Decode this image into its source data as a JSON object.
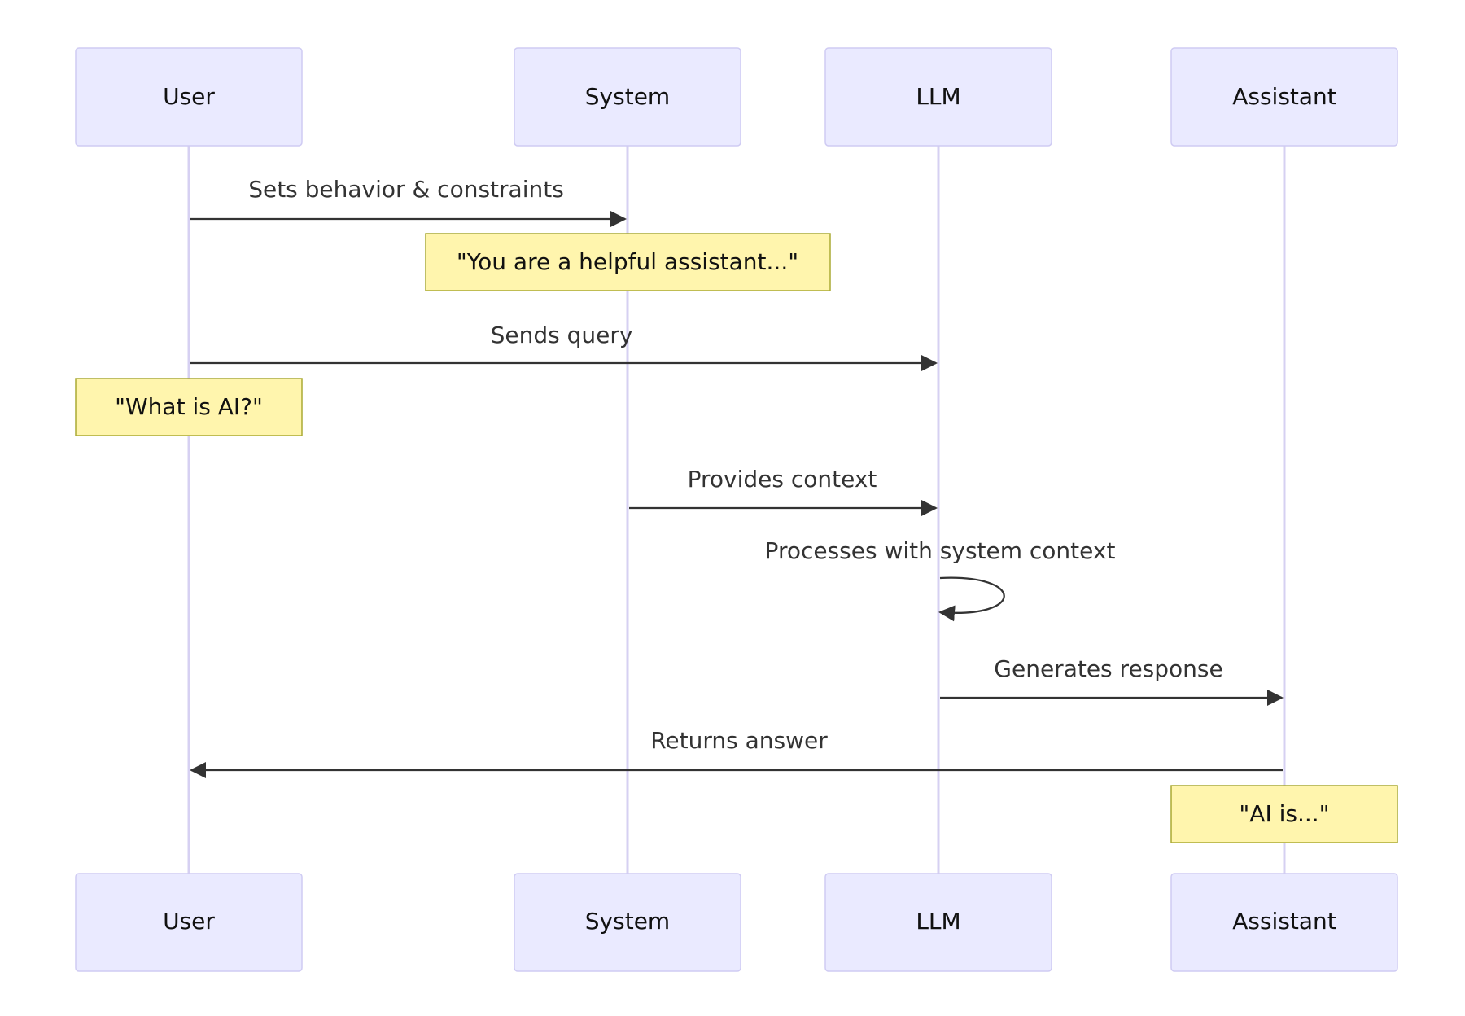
{
  "actors": [
    {
      "id": "user",
      "label": "User"
    },
    {
      "id": "system",
      "label": "System"
    },
    {
      "id": "llm",
      "label": "LLM"
    },
    {
      "id": "assistant",
      "label": "Assistant"
    }
  ],
  "messages": [
    {
      "from": "user",
      "to": "system",
      "label": "Sets behavior & constraints"
    },
    {
      "from": "user",
      "to": "llm",
      "label": "Sends query"
    },
    {
      "from": "system",
      "to": "llm",
      "label": "Provides context"
    },
    {
      "from": "llm",
      "to": "llm",
      "label": "Processes with system context"
    },
    {
      "from": "llm",
      "to": "assistant",
      "label": "Generates response"
    },
    {
      "from": "assistant",
      "to": "user",
      "label": "Returns answer"
    }
  ],
  "notes": [
    {
      "over": "system",
      "text": "\"You are a helpful assistant...\""
    },
    {
      "over": "user",
      "text": "\"What is AI?\""
    },
    {
      "over": "assistant",
      "text": "\"AI is...\""
    }
  ],
  "colors": {
    "actor_fill": "#eaeaff",
    "actor_stroke": "#cfcbf3",
    "lifeline": "#d6d0f2",
    "note_fill": "#fff5ad",
    "note_stroke": "#aaaa33",
    "message": "#333333"
  }
}
